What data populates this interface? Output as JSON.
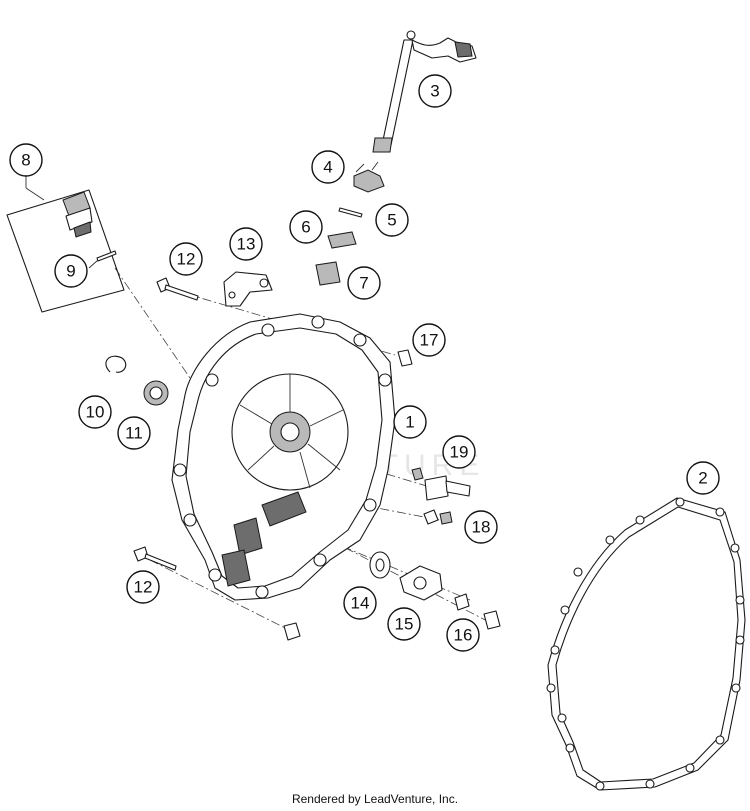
{
  "callouts": [
    "1",
    "2",
    "3",
    "4",
    "5",
    "6",
    "7",
    "8",
    "9",
    "10",
    "11",
    "12",
    "12",
    "13",
    "14",
    "15",
    "16",
    "17",
    "18",
    "19"
  ],
  "watermark": "VENTURE",
  "footer": "Rendered by LeadVenture, Inc."
}
